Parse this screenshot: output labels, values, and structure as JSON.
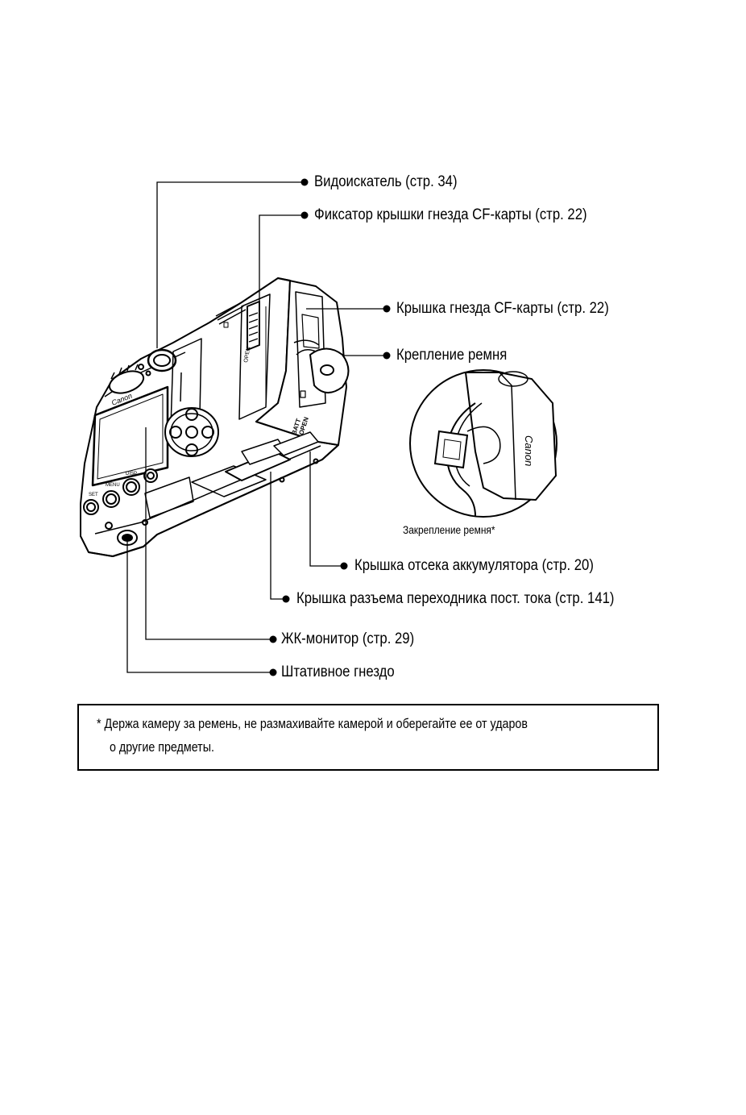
{
  "labels": {
    "viewfinder": "Видоискатель (стр. 34)",
    "cf_lock": "Фиксатор крышки гнезда CF-карты (стр. 22)",
    "cf_cover": "Крышка гнезда CF-карты (стр. 22)",
    "strap_mount": "Крепление ремня",
    "battery_cover": "Крышка отсека аккумулятора (стр. 20)",
    "dc_cover": "Крышка разъема переходника пост. тока (стр. 141)",
    "lcd": "ЖК-монитор (стр. 29)",
    "tripod": "Штативное гнездо"
  },
  "inset": {
    "caption": "Закрепление ремня*"
  },
  "note": {
    "line1": "*  Держа камеру за ремень, не размахивайте камерой и оберегайте ее от ударов",
    "line2": "о другие предметы."
  },
  "camera_text": {
    "brand": "Canon",
    "set": "SET",
    "menu": "MENU",
    "disp": "DISP.",
    "batt": "BATT",
    "open": "OPEN"
  }
}
